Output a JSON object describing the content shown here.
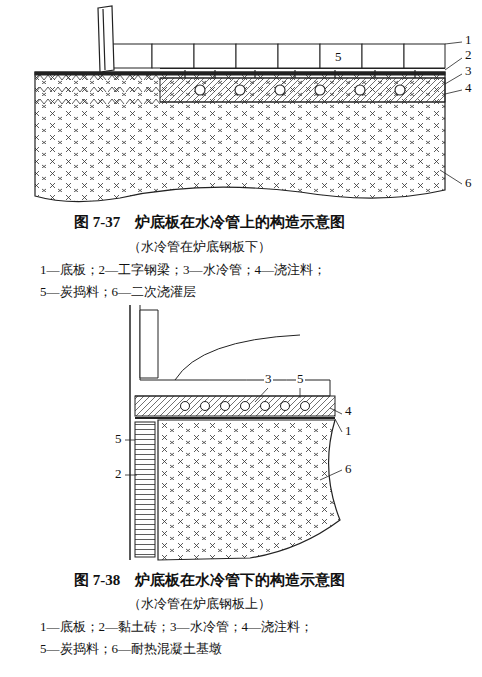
{
  "diagram": {
    "labels": [
      "5",
      "1",
      "2",
      "3",
      "4",
      "6",
      "图 7-37　炉底板在水冷管上的构造示意图",
      "（水冷管在炉底钢板下）",
      "1—底板；2—工字钢梁；3—水冷管；4—浇注料；",
      "5—炭捣料；6—二次浇灌层",
      "3",
      "5",
      "4",
      "5",
      "1",
      "2",
      "6",
      "图 7-38　炉底板在水冷管下的构造示意图",
      "（水冷管在炉底钢板上）",
      "1—底板；2—黏土砖；3—水冷管；4—浇注料；",
      "5—炭捣料；6—耐热混凝土基墩"
    ]
  }
}
